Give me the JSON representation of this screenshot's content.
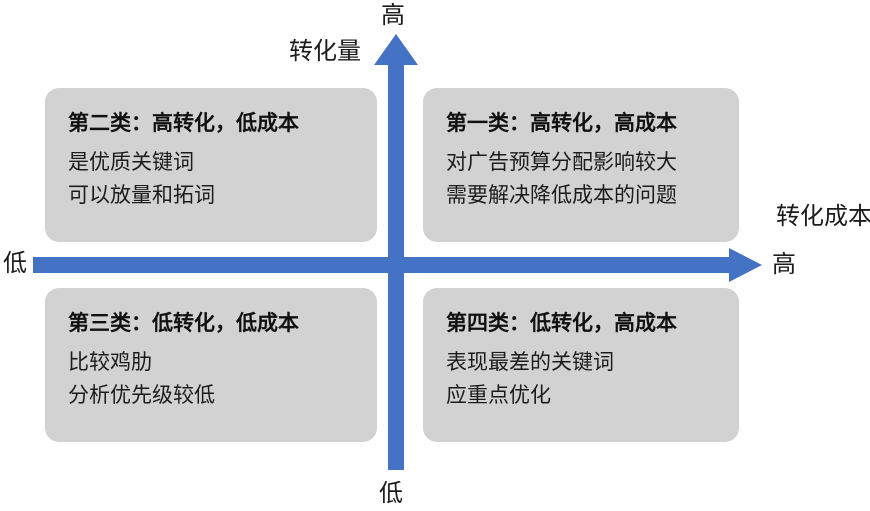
{
  "colors": {
    "axis_blue": "#4472c4",
    "box_gray": "#d2d2d2",
    "text": "#1c1c1c"
  },
  "axes": {
    "vertical": {
      "label": "转化量",
      "high": "高",
      "low": "低"
    },
    "horizontal": {
      "label": "转化成本",
      "high": "高",
      "low": "低"
    }
  },
  "quadrants": [
    {
      "position": "top-left",
      "title": "第二类：高转化，低成本",
      "lines": [
        "是优质关键词",
        "可以放量和拓词"
      ]
    },
    {
      "position": "top-right",
      "title": "第一类：高转化，高成本",
      "lines": [
        "对广告预算分配影响较大",
        "需要解决降低成本的问题"
      ]
    },
    {
      "position": "bottom-left",
      "title": "第三类：低转化，低成本",
      "lines": [
        "比较鸡肋",
        "分析优先级较低"
      ]
    },
    {
      "position": "bottom-right",
      "title": "第四类：低转化，高成本",
      "lines": [
        "表现最差的关键词",
        "应重点优化"
      ]
    }
  ]
}
